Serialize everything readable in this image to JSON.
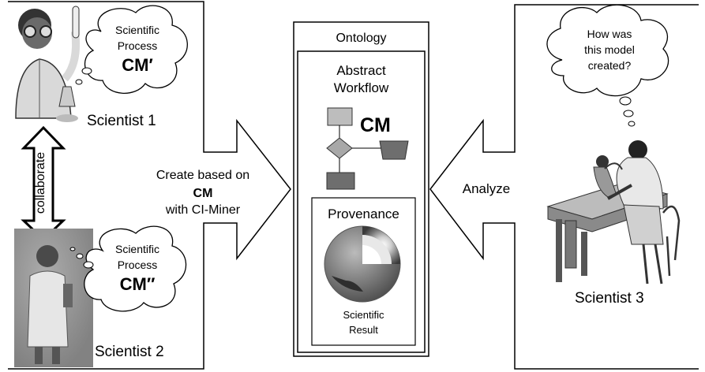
{
  "left": {
    "scientist1": {
      "label": "Scientist 1",
      "cloud_line1": "Scientific",
      "cloud_line2": "Process",
      "cloud_model": "CM′"
    },
    "collaborate": "collaborate",
    "scientist2": {
      "label": "Scientist 2",
      "cloud_line1": "Scientific",
      "cloud_line2": "Process",
      "cloud_model": "CM′′"
    },
    "arrow_line1": "Create based on",
    "arrow_line2": "CM",
    "arrow_line3": "with CI-Miner"
  },
  "center": {
    "ontology": "Ontology",
    "abstract_line1": "Abstract",
    "abstract_line2": "Workflow",
    "workflow_cm": "CM",
    "provenance": "Provenance",
    "result_line1": "Scientific",
    "result_line2": "Result"
  },
  "right": {
    "analyze": "Analyze",
    "scientist3": "Scientist 3",
    "cloud_line1": "How was",
    "cloud_line2": "this model",
    "cloud_line3": "created?"
  },
  "colors": {
    "box_light": "#bdbdbd",
    "diamond": "#a8a8a8",
    "box_dark": "#6e6e6e",
    "stroke": "#000000"
  }
}
